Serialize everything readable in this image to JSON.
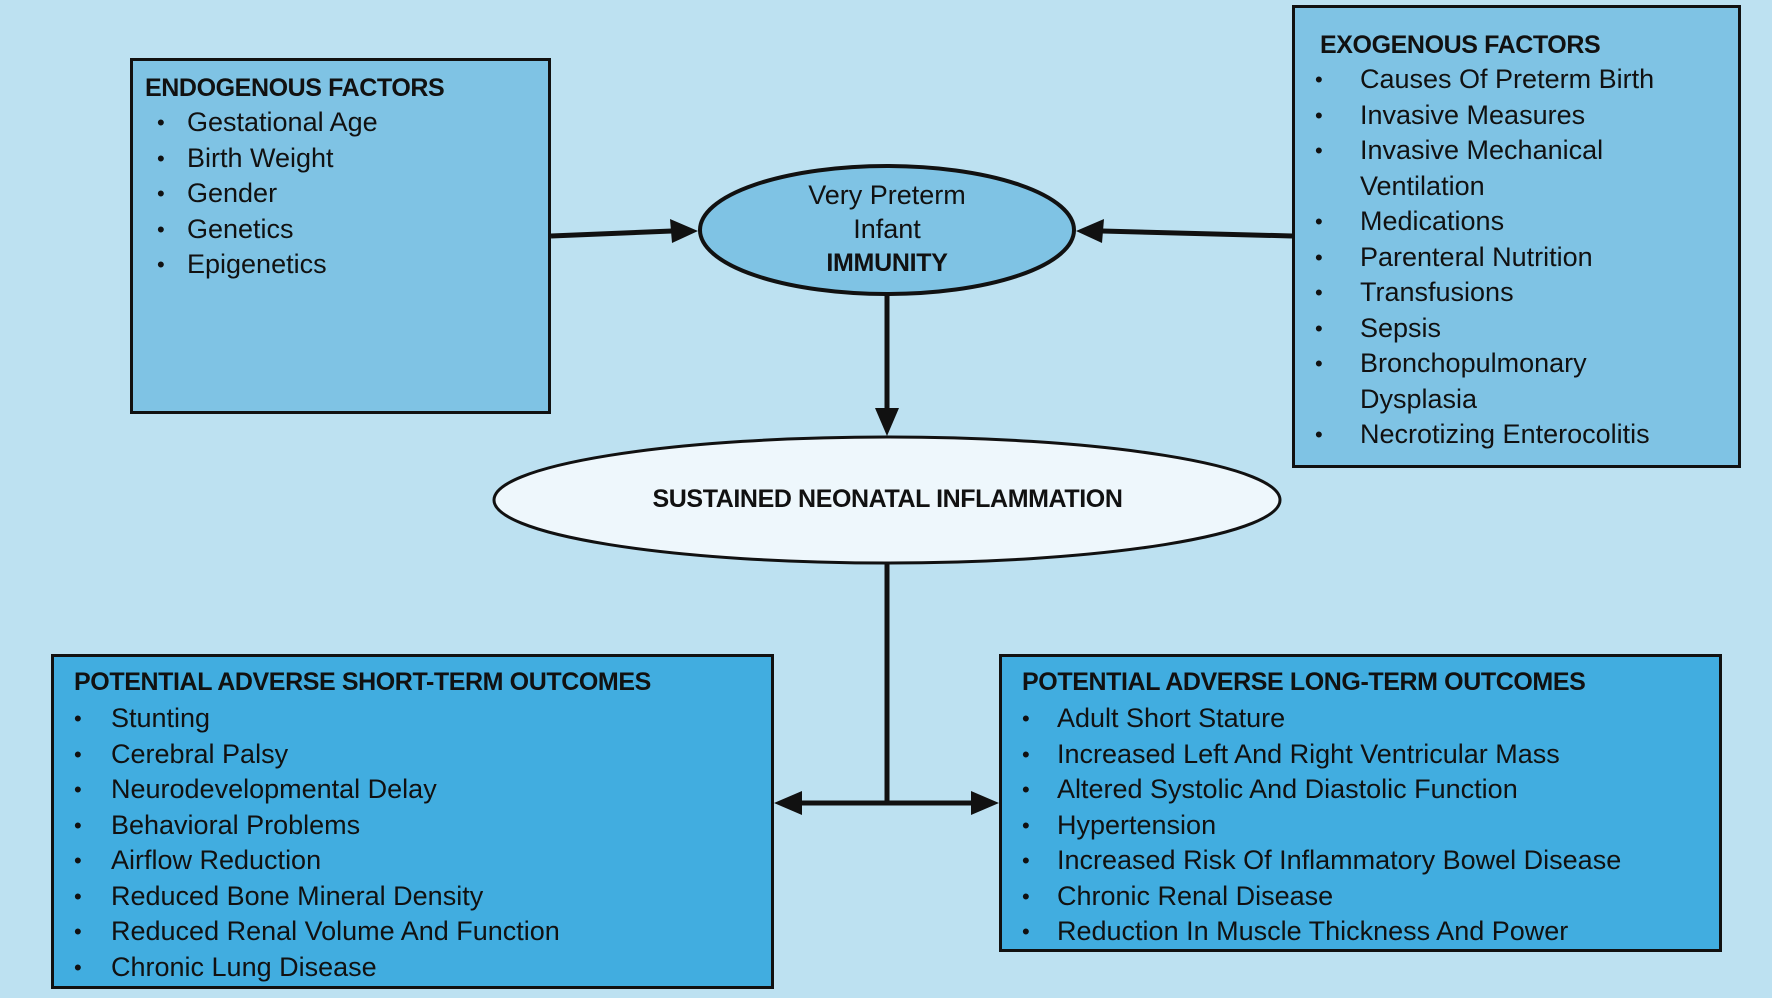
{
  "colors": {
    "background": "#bde1f1",
    "factor_box": "#7fc3e4",
    "outcome_box": "#41ade0",
    "immunity_ellipse": "#7fc3e4",
    "inflammation_ellipse": "#eef7fc",
    "stroke": "#111111"
  },
  "endogenous": {
    "title": "ENDOGENOUS FACTORS",
    "items": [
      "Gestational Age",
      "Birth Weight",
      "Gender",
      "Genetics",
      "Epigenetics"
    ]
  },
  "exogenous": {
    "title": "EXOGENOUS FACTORS",
    "items": [
      "Causes Of Preterm Birth",
      "Invasive Measures",
      "Invasive Mechanical Ventilation",
      "Medications",
      "Parenteral Nutrition",
      "Transfusions",
      "Sepsis",
      "Bronchopulmonary Dysplasia",
      "Necrotizing Enterocolitis"
    ]
  },
  "immunity": {
    "line1": "Very Preterm",
    "line2": "Infant",
    "line3": "IMMUNITY"
  },
  "inflammation": {
    "label": "SUSTAINED NEONATAL INFLAMMATION"
  },
  "short_term": {
    "title": "POTENTIAL ADVERSE SHORT-TERM OUTCOMES",
    "items": [
      "Stunting",
      "Cerebral Palsy",
      "Neurodevelopmental Delay",
      "Behavioral Problems",
      "Airflow Reduction",
      "Reduced Bone Mineral Density",
      "Reduced Renal Volume And Function",
      "Chronic Lung Disease"
    ]
  },
  "long_term": {
    "title": "POTENTIAL ADVERSE LONG-TERM OUTCOMES",
    "items": [
      "Adult Short Stature",
      "Increased Left And Right Ventricular Mass",
      "Altered Systolic And Diastolic Function",
      "Hypertension",
      "Increased Risk Of Inflammatory Bowel Disease",
      "Chronic Renal Disease",
      "Reduction In Muscle Thickness And Power"
    ]
  }
}
